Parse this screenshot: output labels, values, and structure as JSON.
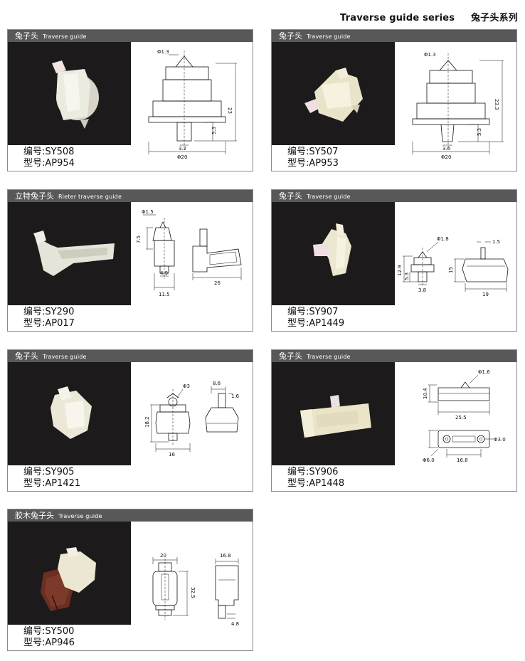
{
  "header": {
    "title_en": "Traverse guide series",
    "title_cn": "兔子头系列"
  },
  "cards": [
    {
      "head_cn": "兔子头",
      "head_en": "Traverse guide",
      "code": "编号:SY508",
      "model": "型号:AP954",
      "dims": [
        "Φ1.3",
        "23",
        "5.3",
        "3.2",
        "Φ20"
      ]
    },
    {
      "head_cn": "兔子头",
      "head_en": "Traverse guide",
      "code": "编号:SY507",
      "model": "型号:AP953",
      "dims": [
        "Φ1.3",
        "23.3",
        "5.3",
        "3.6",
        "Φ20"
      ]
    },
    {
      "head_cn": "立特兔子头",
      "head_en": "Rieter traverse guide",
      "code": "编号:SY290",
      "model": "型号:AP017",
      "dims": [
        "Φ1.5",
        "7.5",
        "4.9",
        "11.5",
        "26"
      ]
    },
    {
      "head_cn": "兔子头",
      "head_en": "Traverse guide",
      "code": "编号:SY907",
      "model": "型号:AP1449",
      "dims": [
        "Φ1.8",
        "12.9",
        "5.3",
        "3.8",
        "1.5",
        "15",
        "19"
      ]
    },
    {
      "head_cn": "兔子头",
      "head_en": "Traverse guide",
      "code": "编号:SY905",
      "model": "型号:AP1421",
      "dims": [
        "Φ3",
        "18.2",
        "16",
        "8.6",
        "1.6"
      ]
    },
    {
      "head_cn": "兔子头",
      "head_en": "Traverse guide",
      "code": "编号:SY906",
      "model": "型号:AP1448",
      "dims": [
        "Φ1.6",
        "10.4",
        "25.5",
        "Φ3.0",
        "Φ6.0",
        "16.8"
      ]
    },
    {
      "head_cn": "胶木兔子头",
      "head_en": "Traverse guide",
      "code": "编号:SY500",
      "model": "型号:AP946",
      "dims": [
        "20",
        "32.5",
        "16.8",
        "4.8"
      ]
    }
  ]
}
